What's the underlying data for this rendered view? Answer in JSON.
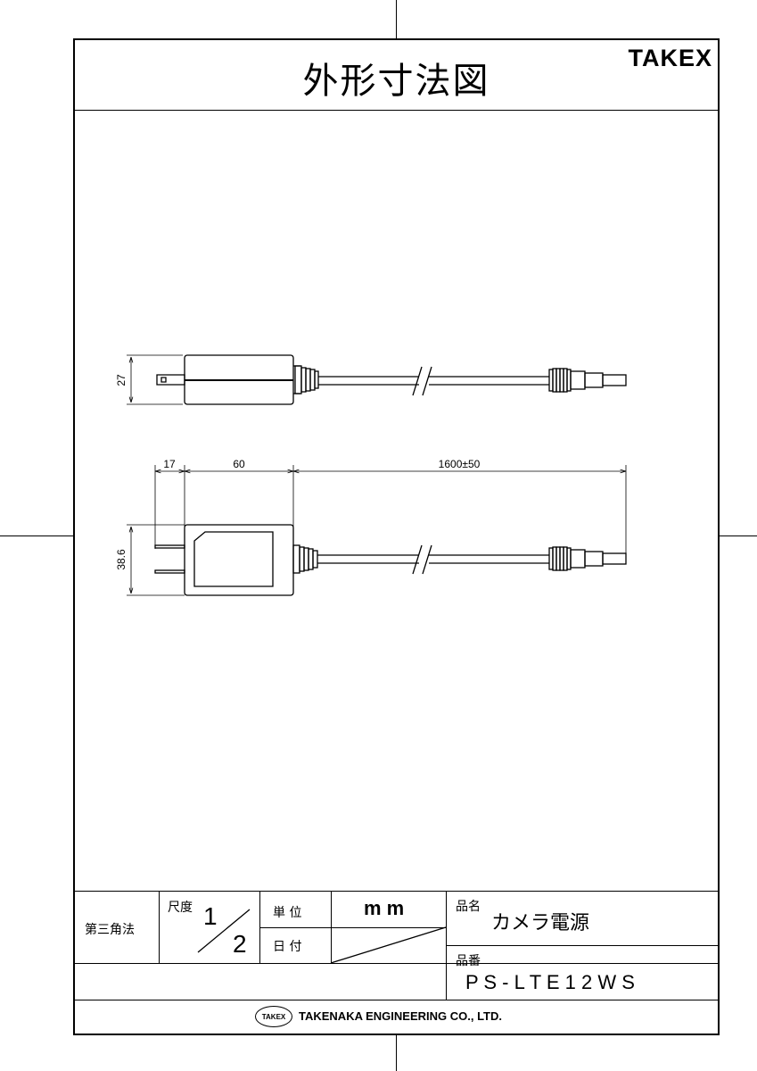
{
  "header": {
    "title": "外形寸法図",
    "brand": "TAKEX"
  },
  "drawing": {
    "dimensions": {
      "side_height": "27",
      "plug_length": "17",
      "body_length": "60",
      "cable_length": "1600±50",
      "top_height": "38.6"
    }
  },
  "title_block": {
    "projection": "第三角法",
    "scale_label": "尺度",
    "scale_numerator": "1",
    "scale_denominator": "2",
    "unit_label": "単 位",
    "unit_value": "m m",
    "date_label": "日 付",
    "product_name_label": "品名",
    "product_name": "カメラ電源",
    "part_number_label": "品番",
    "part_number": "P S - L T E 1 2 W S",
    "company_logo": "TAKEX",
    "company_name": "TAKENAKA ENGINEERING CO., LTD."
  }
}
